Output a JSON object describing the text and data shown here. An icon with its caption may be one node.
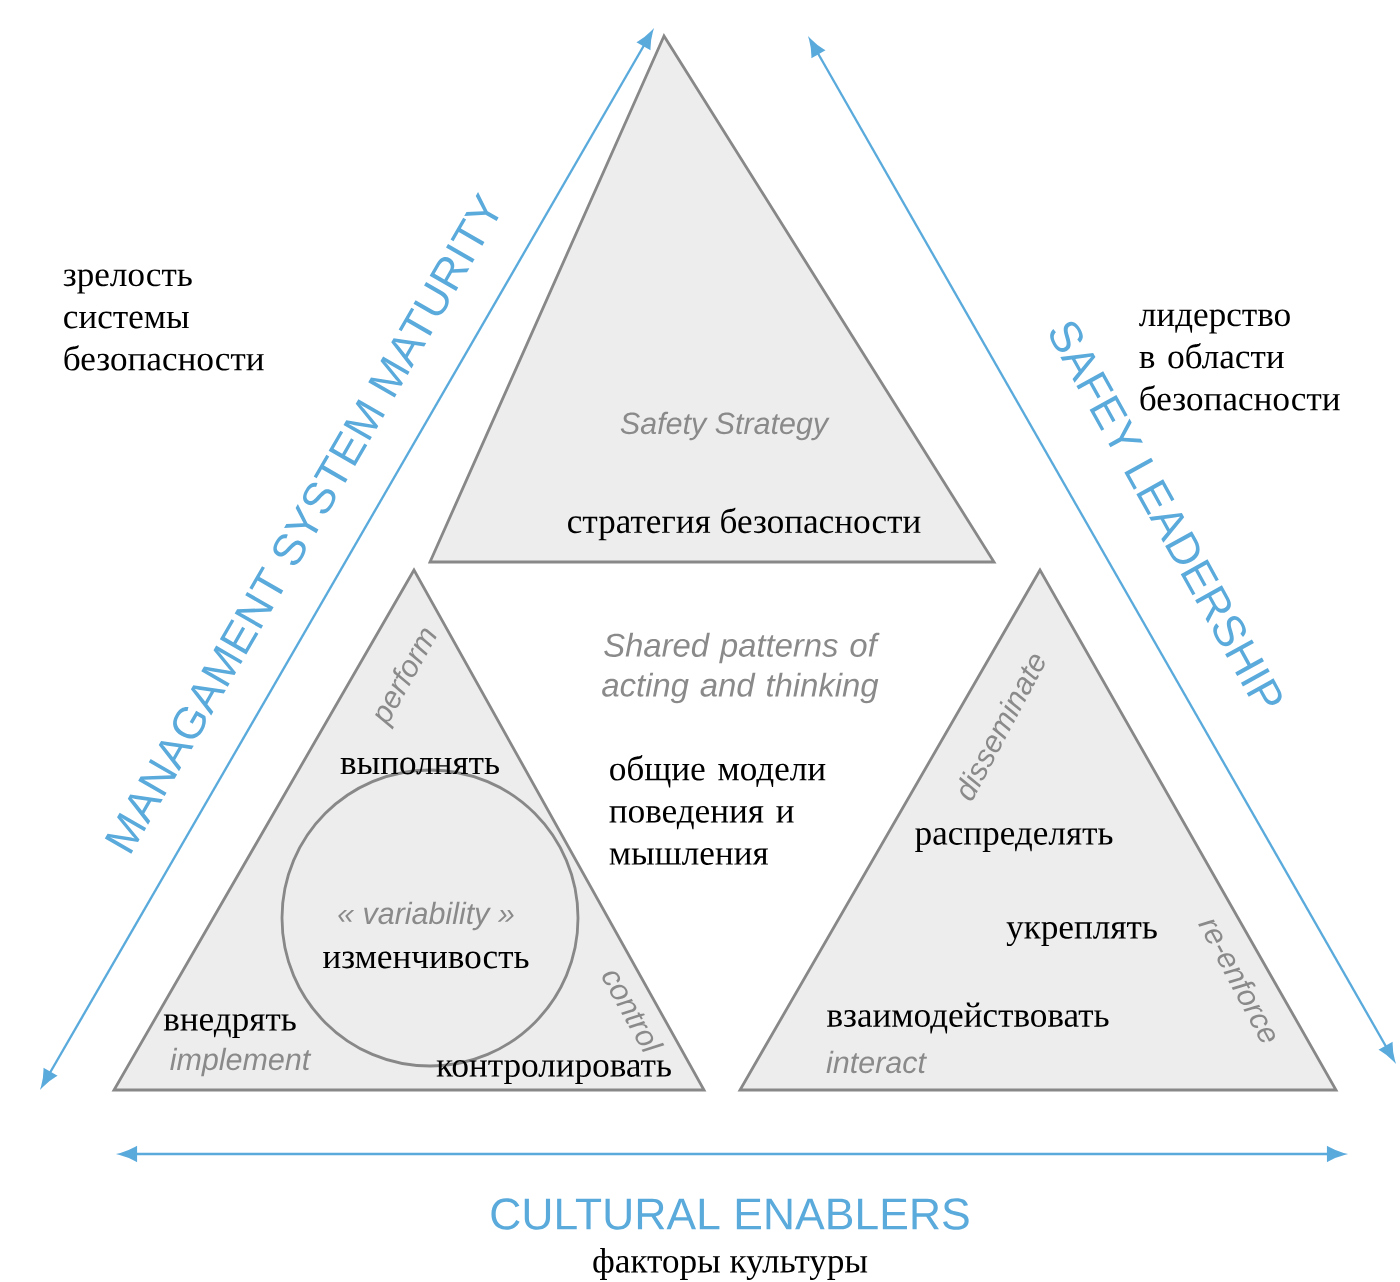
{
  "diagram": {
    "nodes": [
      {
        "text": [
          "Safety Strategy",
          "стратегия безопасности"
        ]
      },
      {
        "text": [
          "perform",
          "выполнять",
          "внедрять",
          "implement",
          "control",
          "контролировать"
        ]
      },
      {
        "text": [
          "« variability »",
          "изменчивость"
        ],
        "in": 1
      },
      {
        "text": [
          "disseminate",
          "распределять",
          "re-enforce",
          "укреплять",
          "взаимодействовать",
          "interact"
        ]
      }
    ],
    "labels": [
      "зрелость системы безопасности",
      "MANAGAMENT SYSTEM MATURITY",
      "SAFEY LEADERSHIP",
      "лидерство в области безопасности",
      "Shared patterns of acting and thinking",
      "общие модели поведения и мышления",
      "CULTURAL ENABLERS",
      "факторы культуры"
    ]
  }
}
